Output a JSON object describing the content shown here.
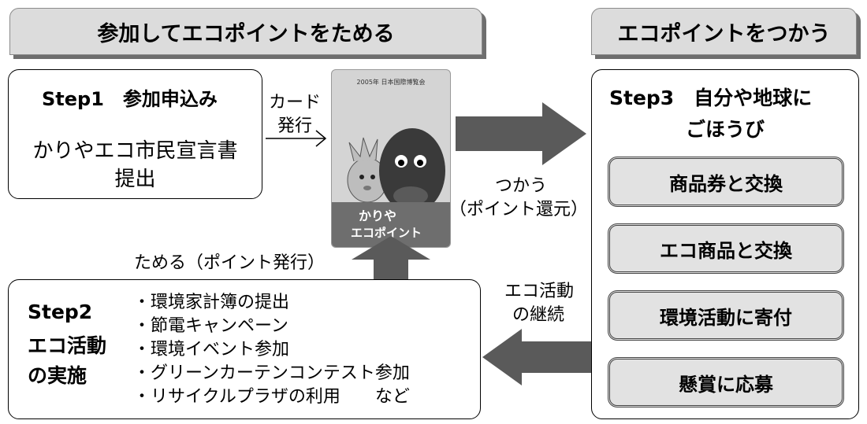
{
  "headers": {
    "left": "参加してエコポイントをためる",
    "right": "エコポイントをつかう"
  },
  "step1": {
    "title": "Step1　参加申込み",
    "body_line1": "かりやエコ市民宣言書",
    "body_line2": "提出"
  },
  "card_issue": {
    "line1": "カード",
    "line2": "発行"
  },
  "use_label": {
    "line1": "つかう",
    "line2": "（ポイント還元）"
  },
  "save_label": "ためる（ポイント発行）",
  "continue_label": {
    "line1": "エコ活動",
    "line2": "の継続"
  },
  "step2": {
    "title_line1": "Step2",
    "title_line2": "エコ活動",
    "title_line3": "の実施",
    "items": [
      "・環境家計簿の提出",
      "・節電キャンペーン",
      "・環境イベント参加",
      "・グリーンカーテンコンテスト参加",
      "・リサイクルプラザの利用　　など"
    ]
  },
  "step3": {
    "title_line1": "Step3　自分や地球に",
    "title_line2": "ごほうび",
    "options": [
      "商品券と交換",
      "エコ商品と交換",
      "環境活動に寄付",
      "懸賞に応募"
    ]
  },
  "card": {
    "top_text": "2005年 日本国際博覧会",
    "logo_line1": "かりや",
    "logo_line2": "エコポイント"
  }
}
